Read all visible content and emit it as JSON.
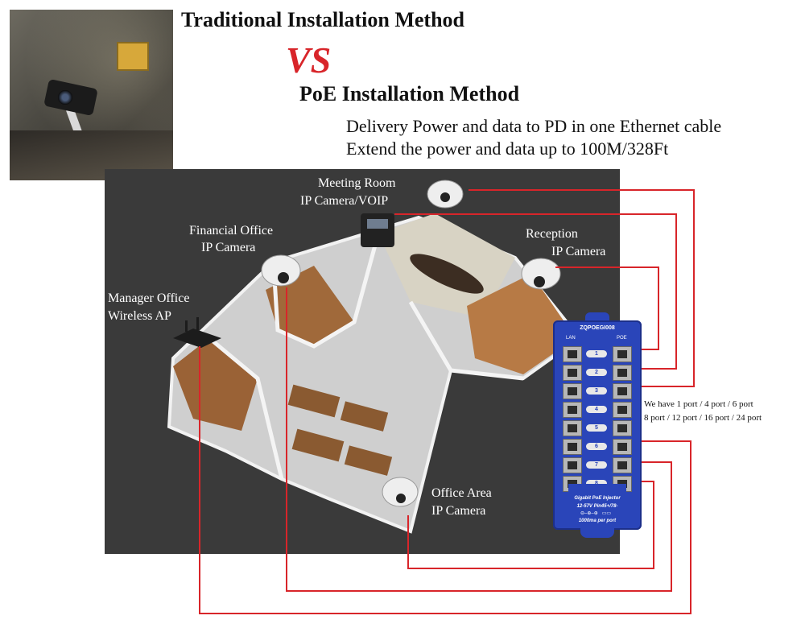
{
  "header": {
    "traditional_title": "Traditional Installation Method",
    "vs": "VS",
    "poe_title": "PoE Installation Method",
    "line1": "Delivery Power and data to PD in one Ethernet cable",
    "line2": "Extend the power and data up to 100M/328Ft"
  },
  "photo": {
    "icon": "traditional-camera-photo"
  },
  "devices": {
    "meeting_room": [
      "Meeting Room",
      "IP Camera/VOIP"
    ],
    "financial_office": [
      "Financial Office",
      "IP Camera"
    ],
    "reception": [
      "Reception",
      "IP Camera"
    ],
    "manager_office": [
      "Manager Office",
      "Wireless AP"
    ],
    "office_area": [
      "Office Area",
      "IP Camera"
    ]
  },
  "injector": {
    "model": "ZQPOEGI008",
    "left_column": "LAN",
    "right_column": "POE",
    "ports": [
      "1",
      "2",
      "3",
      "4",
      "5",
      "6",
      "7",
      "8"
    ],
    "product": "Gigabit PoE Injector",
    "spec": "12-57V  Pin45+/78-",
    "power": "1000ma per port"
  },
  "port_note": {
    "line1": "We have 1 port / 4 port / 6 port",
    "line2": "8 port / 12 port / 16 port / 24 port"
  },
  "colors": {
    "cable": "#d8252a",
    "vs": "#d8252a",
    "injector": "#2a45b9",
    "floor_background": "#3a3a3a"
  }
}
